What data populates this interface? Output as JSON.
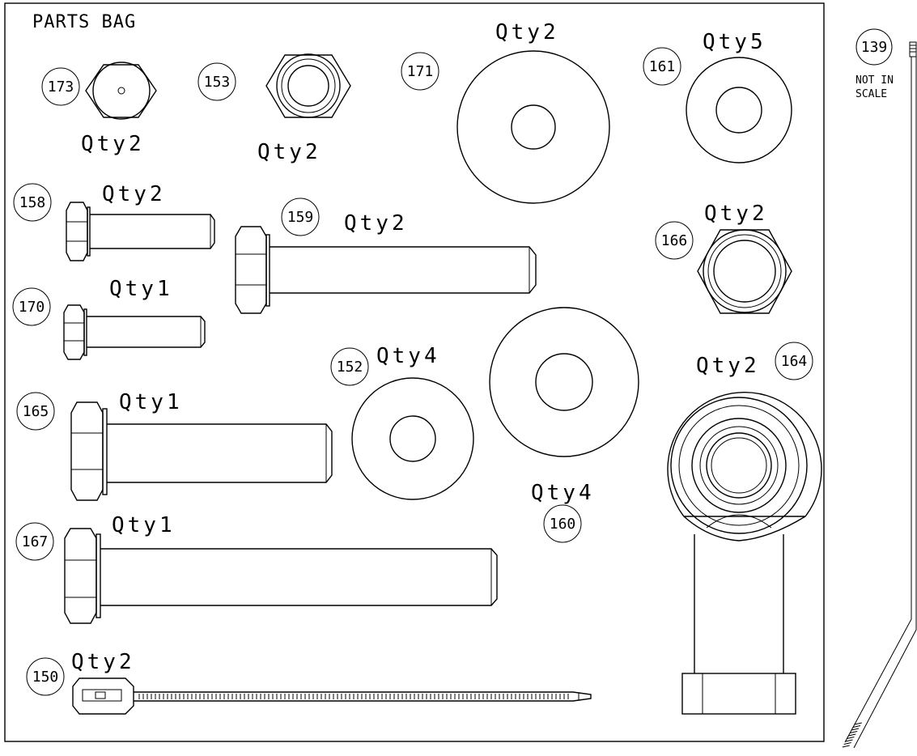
{
  "title": "PARTS BAG",
  "note": [
    "NOT IN",
    "SCALE"
  ],
  "parts": {
    "p173": {
      "num": "173",
      "qty": "Qty2"
    },
    "p153": {
      "num": "153",
      "qty": "Qty2"
    },
    "p171": {
      "num": "171",
      "qty": "Qty2"
    },
    "p161": {
      "num": "161",
      "qty": "Qty5"
    },
    "p139": {
      "num": "139"
    },
    "p158": {
      "num": "158",
      "qty": "Qty2"
    },
    "p159": {
      "num": "159",
      "qty": "Qty2"
    },
    "p166": {
      "num": "166",
      "qty": "Qty2"
    },
    "p170": {
      "num": "170",
      "qty": "Qty1"
    },
    "p152": {
      "num": "152",
      "qty": "Qty4"
    },
    "p160": {
      "num": "160",
      "qty": "Qty4"
    },
    "p164": {
      "num": "164",
      "qty": "Qty2"
    },
    "p165": {
      "num": "165",
      "qty": "Qty1"
    },
    "p167": {
      "num": "167",
      "qty": "Qty1"
    },
    "p150": {
      "num": "150",
      "qty": "Qty2"
    }
  }
}
